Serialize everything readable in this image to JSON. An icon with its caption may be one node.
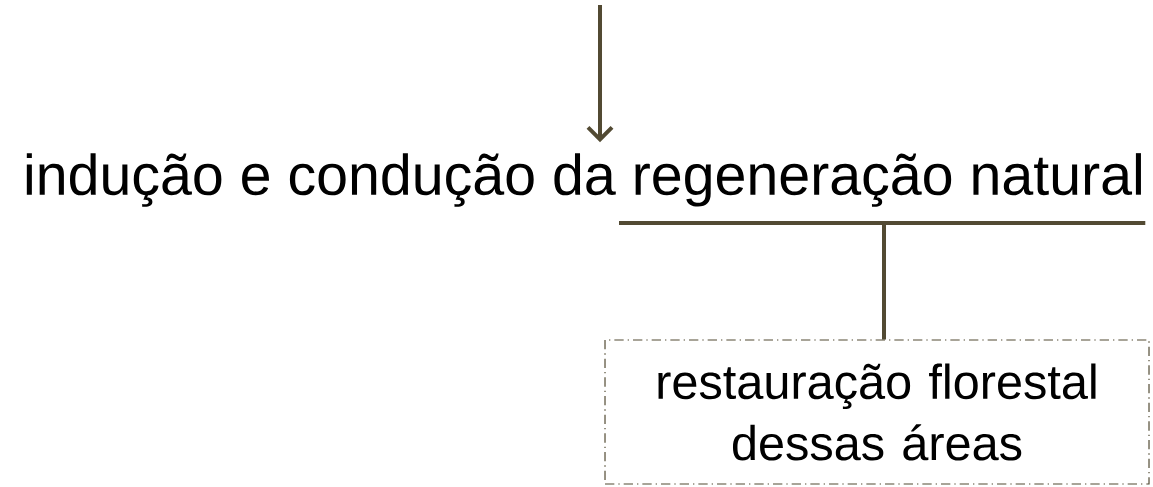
{
  "diagram": {
    "nodes": [
      {
        "text": [
          "indução e condução da regeneração natural"
        ]
      },
      {
        "text": [
          "restauração florestal dessas áreas"
        ]
      }
    ],
    "edges": [
      {
        "from": null,
        "to": 0,
        "arrow": "to"
      },
      {
        "from": 0,
        "to": 1,
        "arrow": "none"
      }
    ]
  }
}
